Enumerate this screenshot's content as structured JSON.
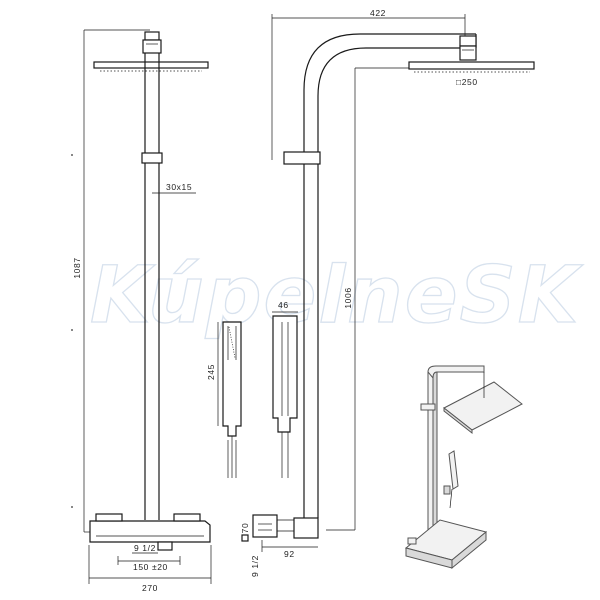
{
  "watermark": "KúpelneSK",
  "dimensions": {
    "height_total": "1087",
    "column_size": "30x15",
    "width_base": "270",
    "centers": "150 ±20",
    "connection_front": "9 1/2",
    "arm_reach": "422",
    "head_size": "□250",
    "handshower_length": "245",
    "handshower_width": "46",
    "column_height": "1006",
    "mixer_depth": "70",
    "connection_side": "9 1/2",
    "mixer_offset": "92"
  },
  "views": [
    "front-view",
    "side-view",
    "hand-shower-detail",
    "isometric-view"
  ]
}
